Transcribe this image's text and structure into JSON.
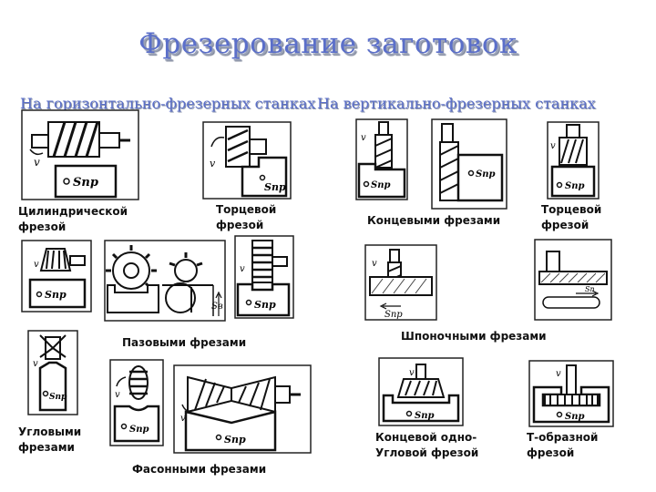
{
  "title": "Фрезерование заготовок",
  "sections": {
    "horizontal": "На горизонтально-фрезерных станках",
    "vertical": "На вертикально-фрезерных станках"
  },
  "captions": {
    "cylindrical": "Цилиндрической\nфрезой",
    "face_h": "Торцевой\nфрезой",
    "end_mills": "Концевыми фрезами",
    "face_v": "Торцевой\nфрезой",
    "slot": "Пазовыми фрезами",
    "keyway": "Шпоночными фрезами",
    "angle": "Угловыми\nфрезами",
    "single_angle": "Концевой одно-\nУгловой фрезой",
    "t_slot": "Т-образной\nфрезой",
    "form": "Фасонными фрезами"
  },
  "labels": {
    "s_np": "Sпр",
    "s_b": "Sв",
    "v": "v",
    "s_n": "Sп"
  }
}
